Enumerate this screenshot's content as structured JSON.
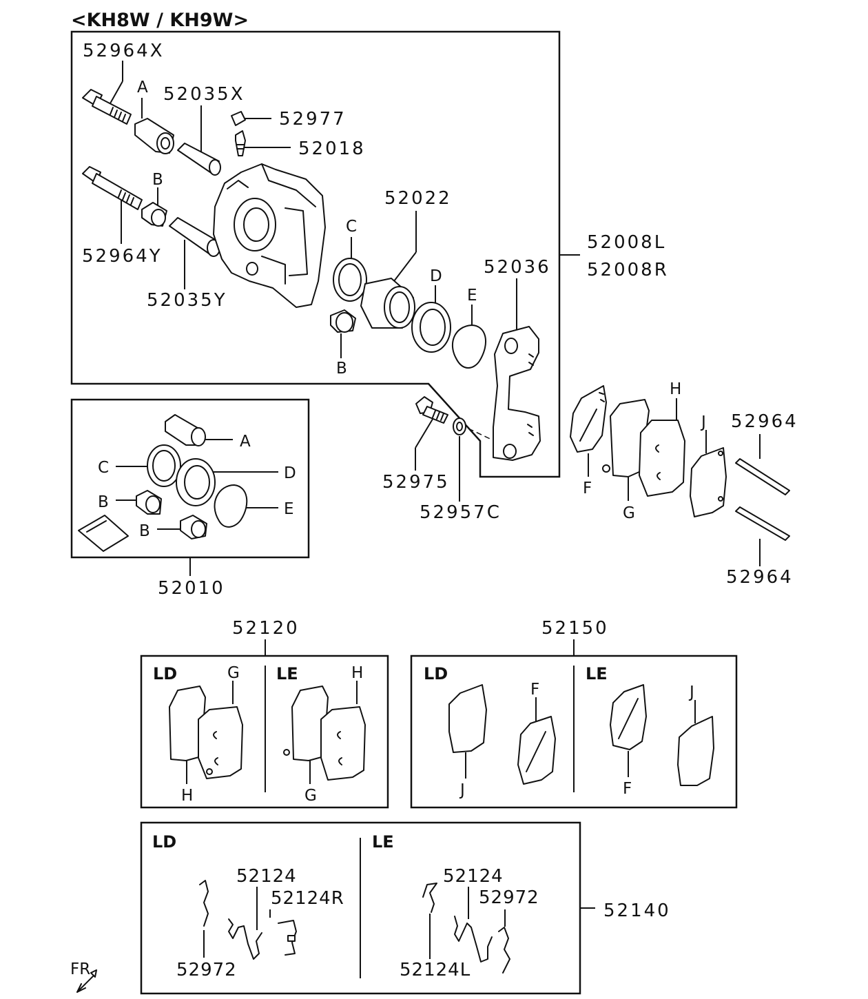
{
  "title": "<KH8W / KH9W>",
  "labels": {
    "bolt_x": "52964X",
    "bolt_y": "52964Y",
    "sleeve_x": "52035X",
    "sleeve_y": "52035Y",
    "cap": "52977",
    "bleeder": "52018",
    "piston": "52022",
    "caliper_l": "52008L",
    "caliper_r": "52008R",
    "support": "52036",
    "support_bolt": "52975",
    "washer": "52957C",
    "pin_upper": "52964",
    "pin_lower": "52964",
    "seal_kit": "52010",
    "pad_set": "52120",
    "shim_set": "52150",
    "clip_set": "52140",
    "clip_a": "52124",
    "clip_r": "52124R",
    "spring_ld": "52972",
    "clip_b": "52124",
    "spring_le": "52972",
    "clip_l": "52124L"
  },
  "letters": {
    "a_top": "A",
    "b_top": "B",
    "c_top": "C",
    "d_top": "D",
    "e_top": "E",
    "b_low": "B",
    "a_kit": "A",
    "c_kit": "C",
    "d_kit": "D",
    "b_kit1": "B",
    "e_kit": "E",
    "b_kit2": "B",
    "h_main": "H",
    "j_main": "J",
    "f_main": "F",
    "g_main": "G",
    "pad_g": "G",
    "pad_h_lower": "H",
    "pad_h": "H",
    "pad_g_lower": "G",
    "shim_f": "F",
    "shim_j_lower": "J",
    "shim_j": "J",
    "shim_f_lower": "F"
  },
  "sections": {
    "pad_ld": "LD",
    "pad_le": "LE",
    "shim_ld": "LD",
    "shim_le": "LE",
    "clip_ld": "LD",
    "clip_le": "LE"
  },
  "front_marker": "FR"
}
